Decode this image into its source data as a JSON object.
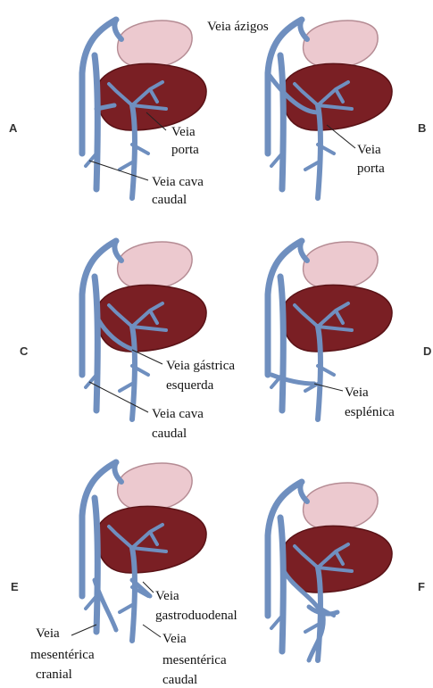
{
  "colors": {
    "vein": "#6f8fbf",
    "vein_dark": "#4e6f9f",
    "liver": "#7a1f24",
    "liver_edge": "#5a1216",
    "stomach": "#ecc9cf",
    "stomach_edge": "#b58c94"
  },
  "panels": [
    {
      "letter": "A",
      "labels": [
        [
          "Veia",
          "porta"
        ],
        [
          "Veia cava",
          "caudal"
        ]
      ]
    },
    {
      "letter": "B",
      "labels": [
        [
          "Veia ázigos"
        ],
        [
          "Veia",
          "porta"
        ]
      ]
    },
    {
      "letter": "C",
      "labels": [
        [
          "Veia gástrica",
          "esquerda"
        ],
        [
          "Veia cava",
          "caudal"
        ]
      ]
    },
    {
      "letter": "D",
      "labels": [
        [
          "Veia",
          "esplénica"
        ]
      ]
    },
    {
      "letter": "E",
      "labels": [
        [
          "Veia",
          "gastroduodenal"
        ],
        [
          "Veia",
          "mesentérica",
          "cranial"
        ],
        [
          "Veia",
          "mesentérica",
          "caudal"
        ]
      ]
    },
    {
      "letter": "F",
      "labels": []
    }
  ]
}
